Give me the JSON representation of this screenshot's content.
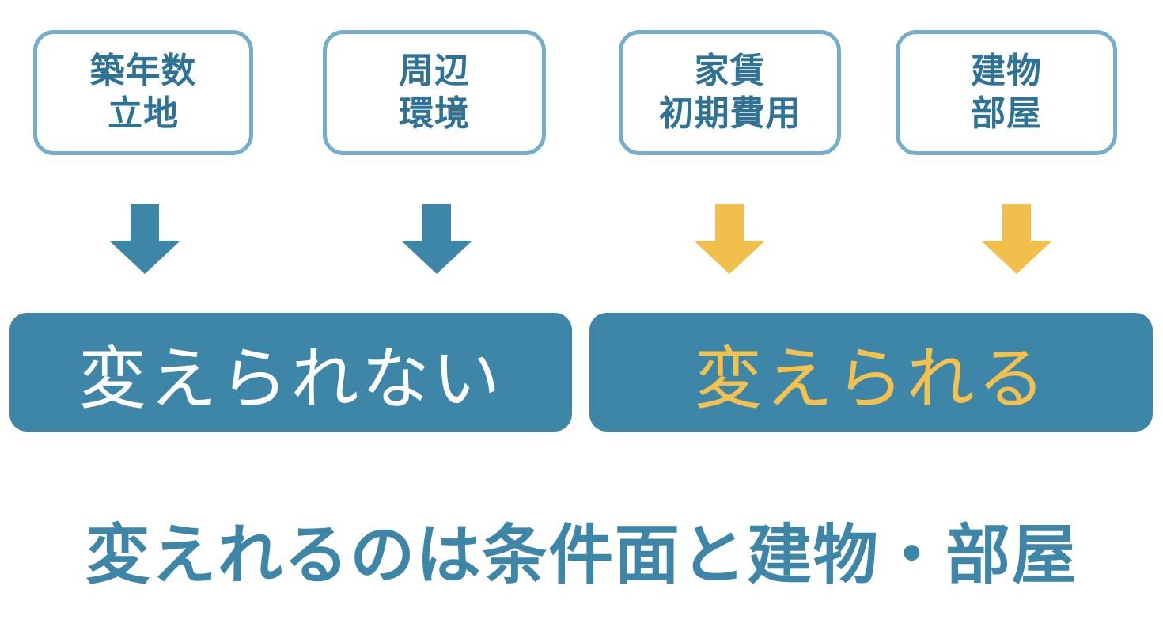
{
  "diagram": {
    "title_caption": "変えれるのは条件面と建物・部屋",
    "colors": {
      "box_border": "#74aecb",
      "box_text": "#2e7396",
      "arrow_blue": "#3e86a8",
      "arrow_yellow": "#f0bf4c",
      "bar_fill": "#3e86a8",
      "bar_text_white": "#ffffff",
      "bar_text_yellow": "#f5c14d",
      "caption_text": "#3e86a8",
      "background": "#ffffff"
    },
    "categories": [
      {
        "id": "age-location",
        "line1": "築年数",
        "line2": "立地",
        "group": "fixed"
      },
      {
        "id": "surroundings",
        "line1": "周辺",
        "line2": "環境",
        "group": "fixed"
      },
      {
        "id": "rent-initial-cost",
        "line1": "家賃",
        "line2": "初期費用",
        "group": "changeable"
      },
      {
        "id": "building-room",
        "line1": "建物",
        "line2": "部屋",
        "group": "changeable"
      }
    ],
    "arrows": [
      {
        "id": "arrow-age-location",
        "icon": "down-arrow-icon",
        "color": "#3e86a8"
      },
      {
        "id": "arrow-surroundings",
        "icon": "down-arrow-icon",
        "color": "#3e86a8"
      },
      {
        "id": "arrow-rent-initial-cost",
        "icon": "down-arrow-icon",
        "color": "#f0bf4c"
      },
      {
        "id": "arrow-building-room",
        "icon": "down-arrow-icon",
        "color": "#f0bf4c"
      }
    ],
    "results": [
      {
        "id": "cannot-change",
        "label": "変えられない"
      },
      {
        "id": "can-change",
        "label": "変えられる"
      }
    ]
  }
}
